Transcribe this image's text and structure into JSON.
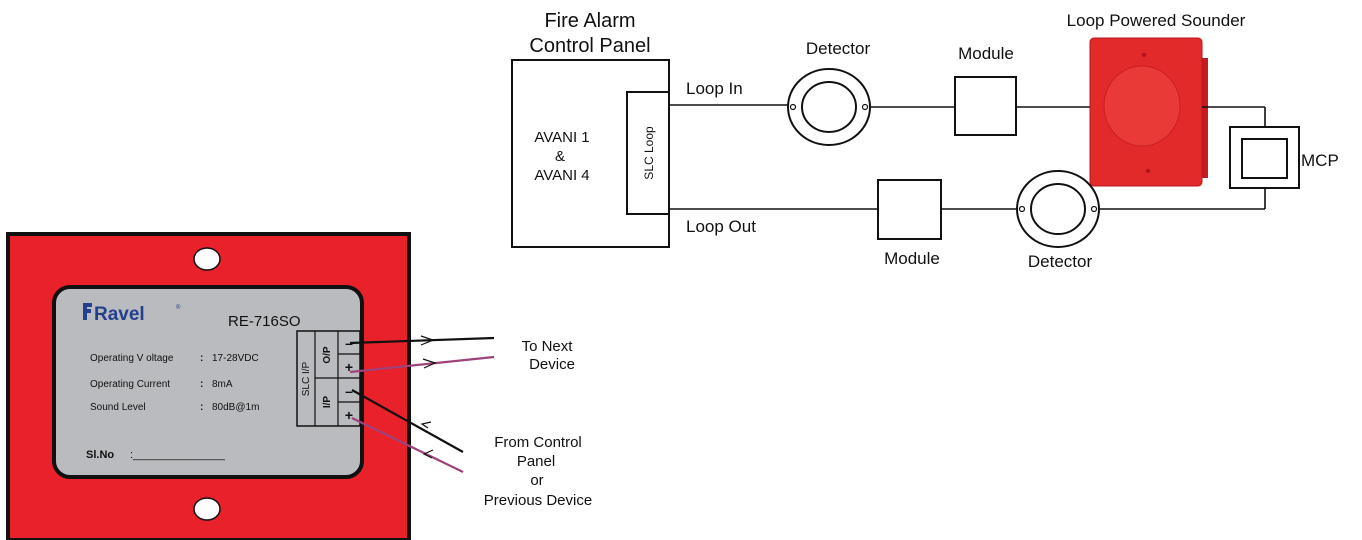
{
  "panel": {
    "title_line1": "Fire Alarm",
    "title_line2": "Control Panel",
    "model_line1": "AVANI 1",
    "model_line2": "&",
    "model_line3": "AVANI 4",
    "slc_label": "SLC Loop"
  },
  "loop": {
    "loop_in": "Loop In",
    "loop_out": "Loop Out",
    "top_detector": "Detector",
    "top_module": "Module",
    "sounder": "Loop Powered Sounder",
    "mcp": "MCP",
    "bottom_module": "Module",
    "bottom_detector": "Detector"
  },
  "device": {
    "brand": "Ravel",
    "model": "RE-716SO",
    "specs": [
      {
        "label": "Operating V  oltage",
        "value": "17-28VDC"
      },
      {
        "label": "Operating Current",
        "value": "8mA"
      },
      {
        "label": "Sound Level",
        "value": "80dB@1m"
      }
    ],
    "serial_label": "Sl.No",
    "serial_value": ":_______________",
    "terminal_group": "SLC I/P",
    "op_label": "O/P",
    "ip_label": "I/P",
    "minus": "–",
    "plus": "+"
  },
  "wiring": {
    "to_next_line1": "To Next",
    "to_next_line2": "Device",
    "from_line1": "From Control",
    "from_line2": "Panel",
    "from_line3": "or",
    "from_line4": "Previous Device"
  },
  "colors": {
    "device_red": "#e8212b",
    "label_grey": "#b9bbbe",
    "wire_plus": "#a0427a",
    "wire_minus": "#111111"
  }
}
